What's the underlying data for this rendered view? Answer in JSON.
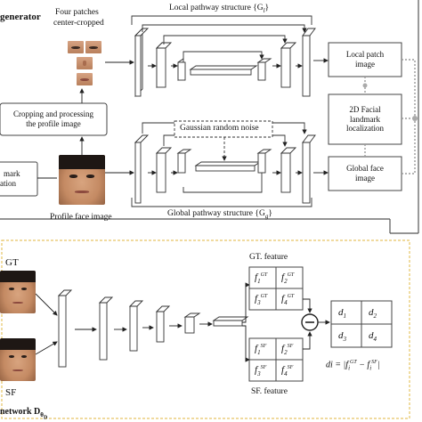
{
  "generator": {
    "title": "generator",
    "patches_label_line1": "Four patches",
    "patches_label_line2": "center-cropped",
    "local_structure": "Local pathway structure {G",
    "local_structure_sub": "l",
    "local_structure_end": "}",
    "global_structure": "Global pathway structure {G",
    "global_structure_sub": "g",
    "global_structure_end": "}",
    "cropping_line1": "Cropping and processing",
    "cropping_line2": "the profile image",
    "landmark_partial_line1": "mark",
    "landmark_partial_line2": "ation",
    "profile_face_label": "Profile face image",
    "gaussian_noise": "Gaussian random noise",
    "local_patch_line1": "Local patch",
    "local_patch_line2": "image",
    "facial_landmark_line1": "2D Facial",
    "facial_landmark_line2": "landmark",
    "facial_landmark_line3": "localization",
    "global_face_line1": "Global face",
    "global_face_line2": "image"
  },
  "discriminator": {
    "gt_label": "GT",
    "sf_label": "SF",
    "network_label": "network D",
    "network_sub": "θ",
    "network_sub2": "D",
    "gt_feature": "GT. feature",
    "sf_feature": "SF. feature",
    "gt_cells": [
      "f1GT",
      "f2GT",
      "f3GT",
      "f4GT"
    ],
    "sf_cells": [
      "f1SF",
      "f2SF",
      "f3SF",
      "f4SF"
    ],
    "d_cells": [
      "d1",
      "d2",
      "d3",
      "d4"
    ],
    "formula": "di = |fiGT − fiSF|",
    "minus_symbol": "−"
  },
  "colors": {
    "border": "#6b6b6b",
    "dashed_yellow": "#e7c463",
    "dot_gray": "#9a9a9a",
    "block_fill": "#ffffff"
  }
}
